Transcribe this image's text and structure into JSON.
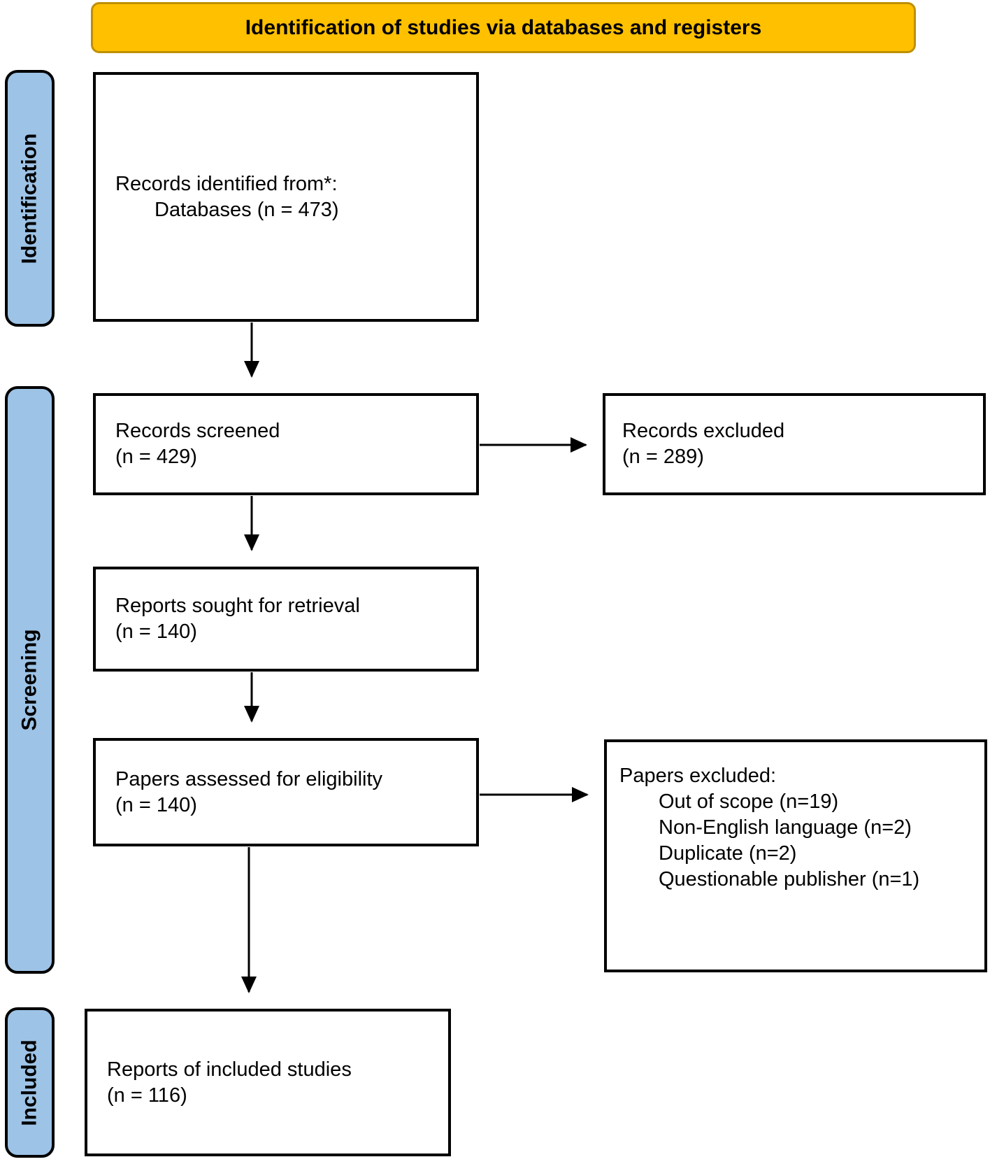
{
  "banner": {
    "title": "Identification of studies via databases and registers"
  },
  "stages": [
    {
      "label": "Identification"
    },
    {
      "label": "Screening"
    },
    {
      "label": "Included"
    }
  ],
  "boxes": {
    "identified": {
      "line1": "Records identified from*:",
      "line2": "Databases (n = 473)"
    },
    "screened": {
      "line1": "Records screened",
      "line2": "(n = 429)"
    },
    "records_excluded": {
      "line1": "Records excluded",
      "line2": "(n = 289)"
    },
    "sought": {
      "line1": "Reports sought for retrieval",
      "line2": "(n = 140)"
    },
    "assessed": {
      "line1": "Papers assessed for eligibility",
      "line2": "(n = 140)"
    },
    "papers_excluded": {
      "title": "Papers excluded:",
      "items": [
        "Out of scope (n=19)",
        "Non-English language (n=2)",
        "Duplicate (n=2)",
        "Questionable publisher (n=1)"
      ]
    },
    "included": {
      "line1": "Reports of included studies",
      "line2": "(n = 116)"
    }
  },
  "colors": {
    "banner_fill": "#FFC000",
    "banner_border": "#BF9000",
    "stage_fill": "#9DC3E6",
    "line_color": "#000000",
    "box_fill": "#FFFFFF",
    "text_color": "#000000"
  }
}
